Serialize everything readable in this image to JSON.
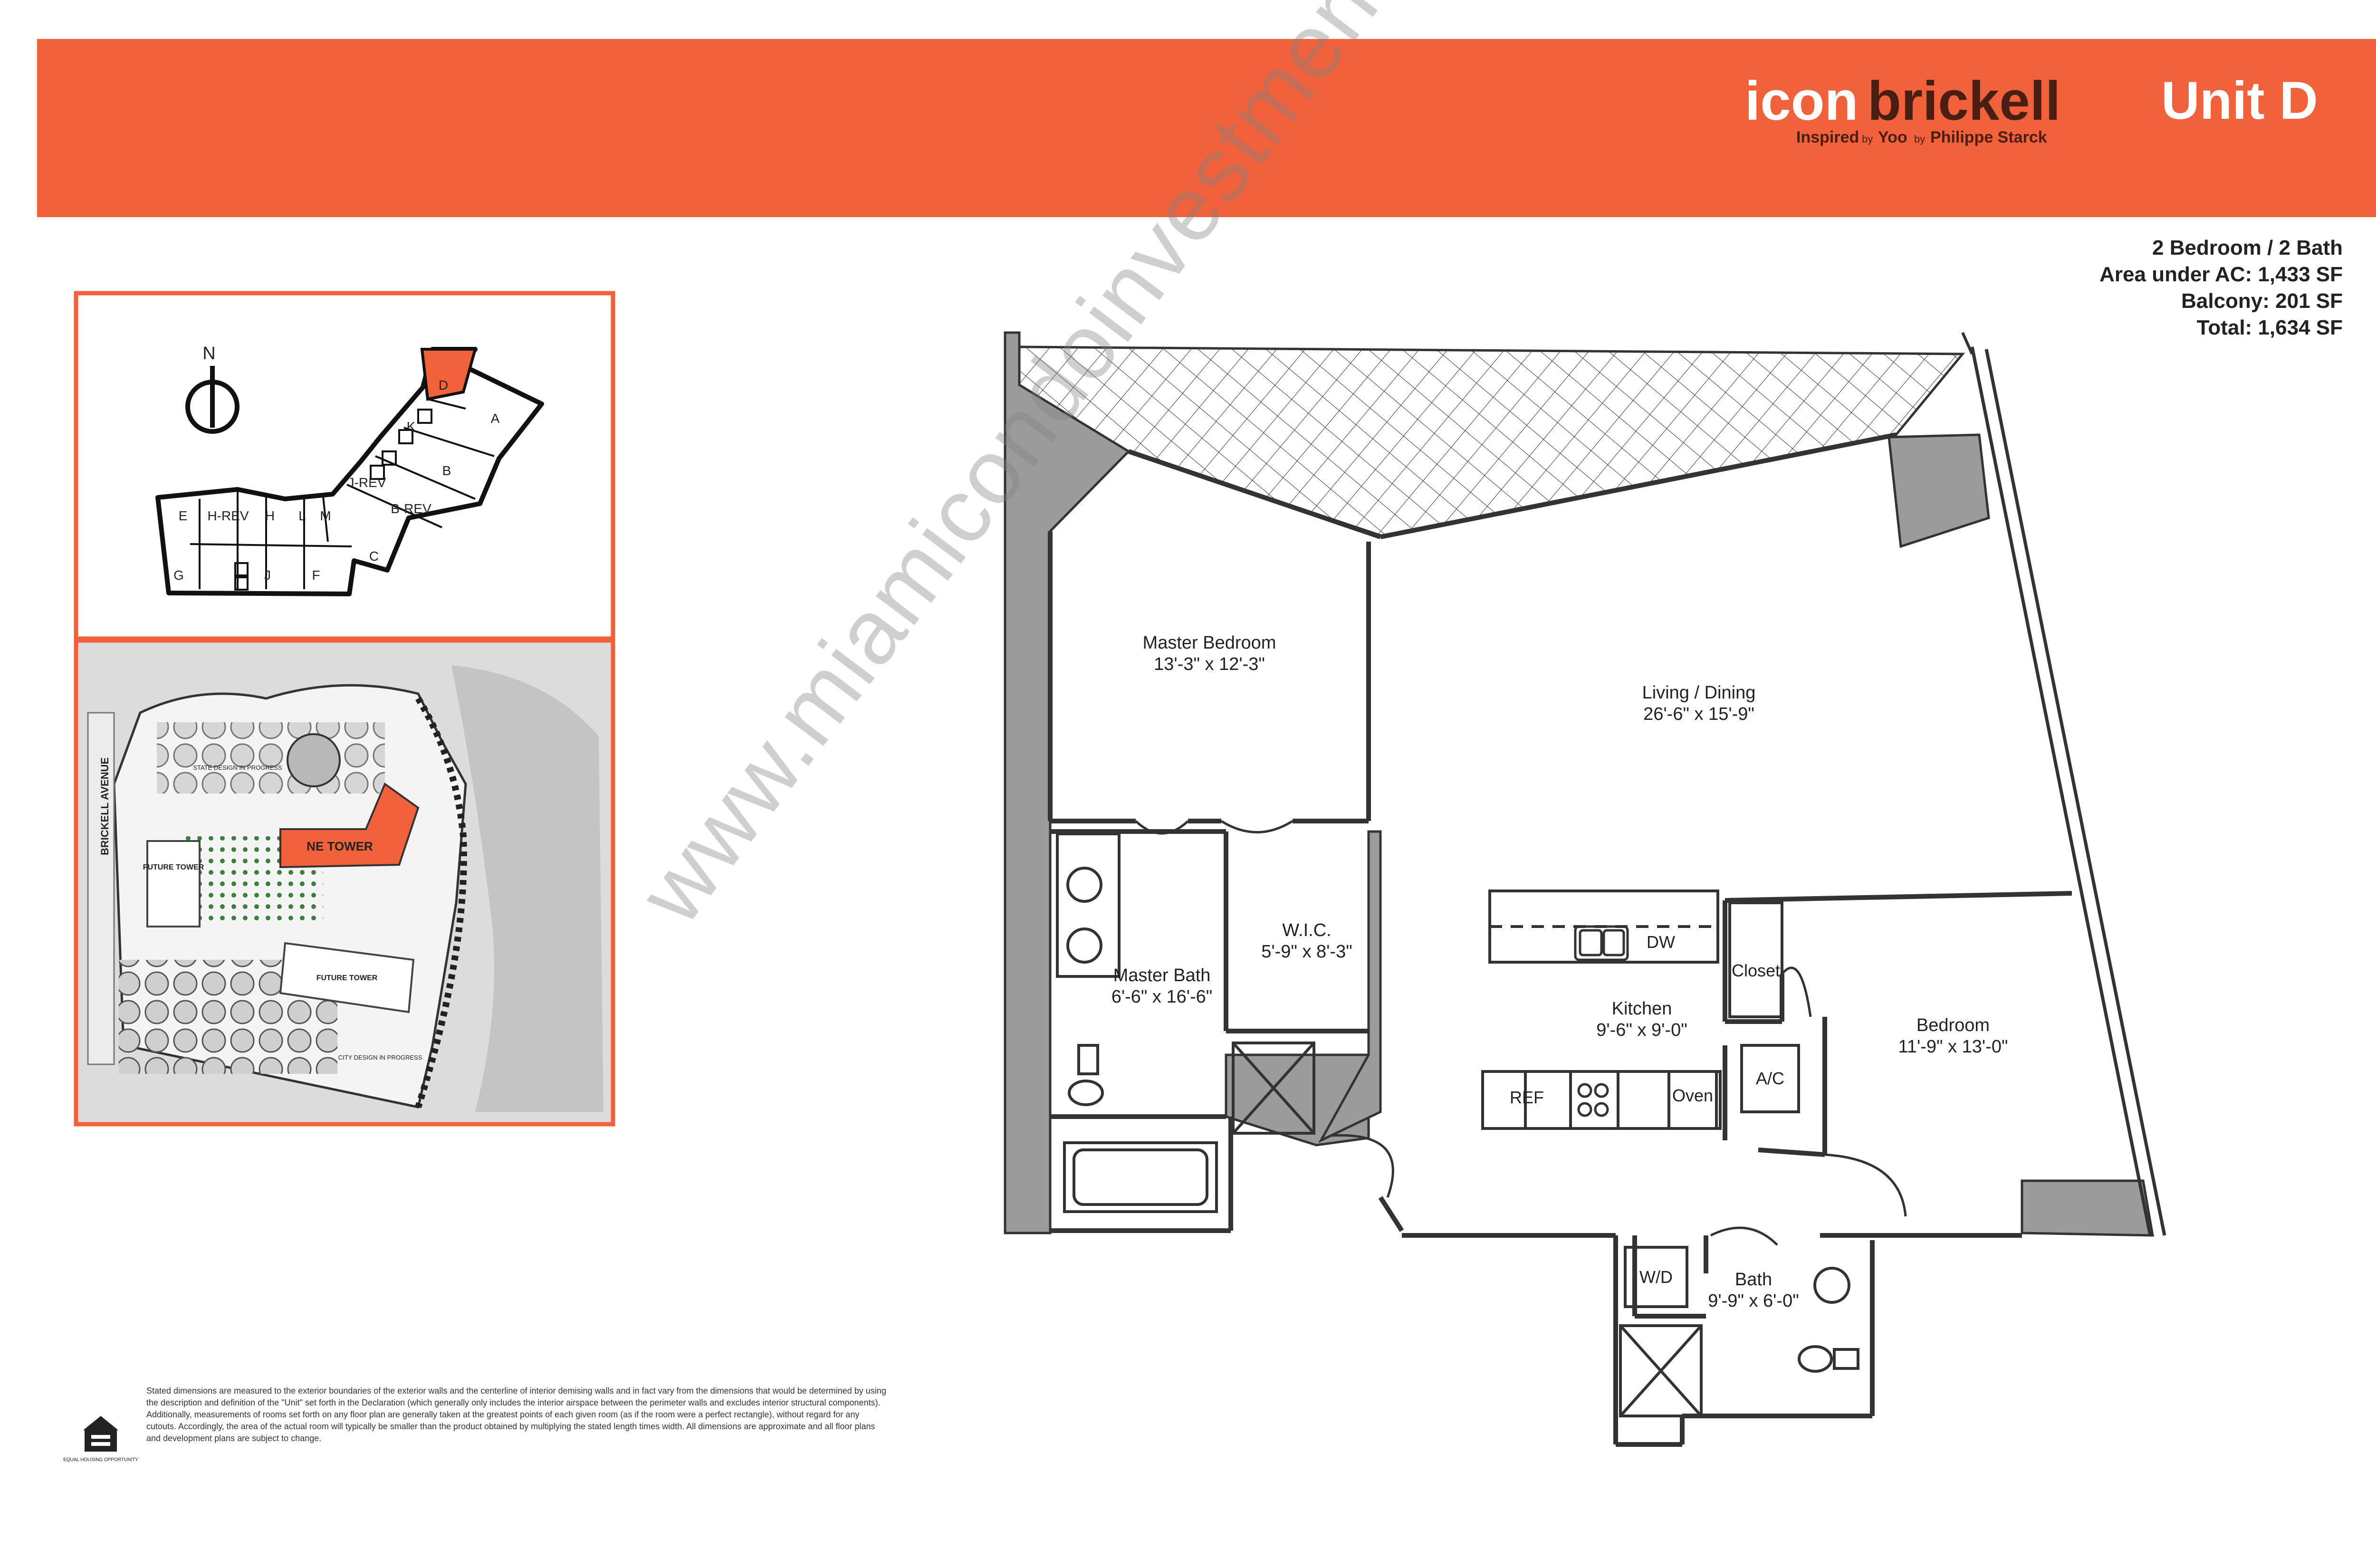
{
  "colors": {
    "accent": "#f1613b",
    "wall": "#9b9b9b",
    "line": "#333333"
  },
  "header": {
    "brand_part1": "icon",
    "brand_part2": "brickell",
    "tagline_inspired": "Inspired",
    "tagline_by1": "by",
    "tagline_yoo": "Yoo",
    "tagline_by2": "by",
    "tagline_starck": "Philippe Starck",
    "unit_title": "Unit D"
  },
  "unit_info": {
    "bedrooms_baths": "2 Bedroom / 2 Bath",
    "area_ac": "Area under AC: 1,433 SF",
    "balcony": "Balcony: 201 SF",
    "total": "Total: 1,634 SF"
  },
  "key_plan": {
    "north": "N",
    "units": [
      "D",
      "K",
      "A",
      "B",
      "J-REV",
      "B-REV",
      "E",
      "H-REV",
      "H",
      "L",
      "M",
      "C",
      "G",
      "J",
      "F"
    ]
  },
  "site_plan": {
    "street": "BRICKELL AVENUE",
    "tower": "NE TOWER",
    "future_tower_1": "FUTURE TOWER",
    "future_tower_2": "FUTURE TOWER",
    "state_progress": "STATE DESIGN IN PROGRESS",
    "city_progress": "CITY DESIGN IN PROGRESS"
  },
  "rooms": {
    "master_bedroom": {
      "name": "Master Bedroom",
      "dims": "13'-3\" x 12'-3\""
    },
    "living_dining": {
      "name": "Living / Dining",
      "dims": "26'-6\" x 15'-9\""
    },
    "wic": {
      "name": "W.I.C.",
      "dims": "5'-9\" x 8'-3\""
    },
    "master_bath": {
      "name": "Master Bath",
      "dims": "6'-6\" x 16'-6\""
    },
    "kitchen": {
      "name": "Kitchen",
      "dims": "9'-6\" x 9'-0\""
    },
    "bedroom": {
      "name": "Bedroom",
      "dims": "11'-9\" x 13'-0\""
    },
    "bath": {
      "name": "Bath",
      "dims": "9'-9\" x 6'-0\""
    }
  },
  "fixtures": {
    "closet": "Closet",
    "ac": "A/C",
    "dw": "DW",
    "ref": "REF",
    "oven": "Oven",
    "wd": "W/D"
  },
  "watermark": "www.miamicondoinvestments.com",
  "disclaimer": "Stated dimensions are measured to the exterior boundaries of the exterior walls and the centerline of interior demising walls and in fact vary from the dimensions that would be determined by using the description and definition of the \"Unit\" set forth in the Declaration (which generally only includes the interior airspace between the perimeter walls and excludes interior structural components). Additionally, measurements of rooms set forth on any floor plan are generally taken at the greatest points of each given room (as if the room were a perfect rectangle), without regard for any cutouts. Accordingly, the area of the actual room will typically be smaller than the product obtained by multiplying the stated length times width. All dimensions are approximate and all floor plans and development plans are subject to change.",
  "equal_housing": "EQUAL HOUSING OPPORTUNITY"
}
